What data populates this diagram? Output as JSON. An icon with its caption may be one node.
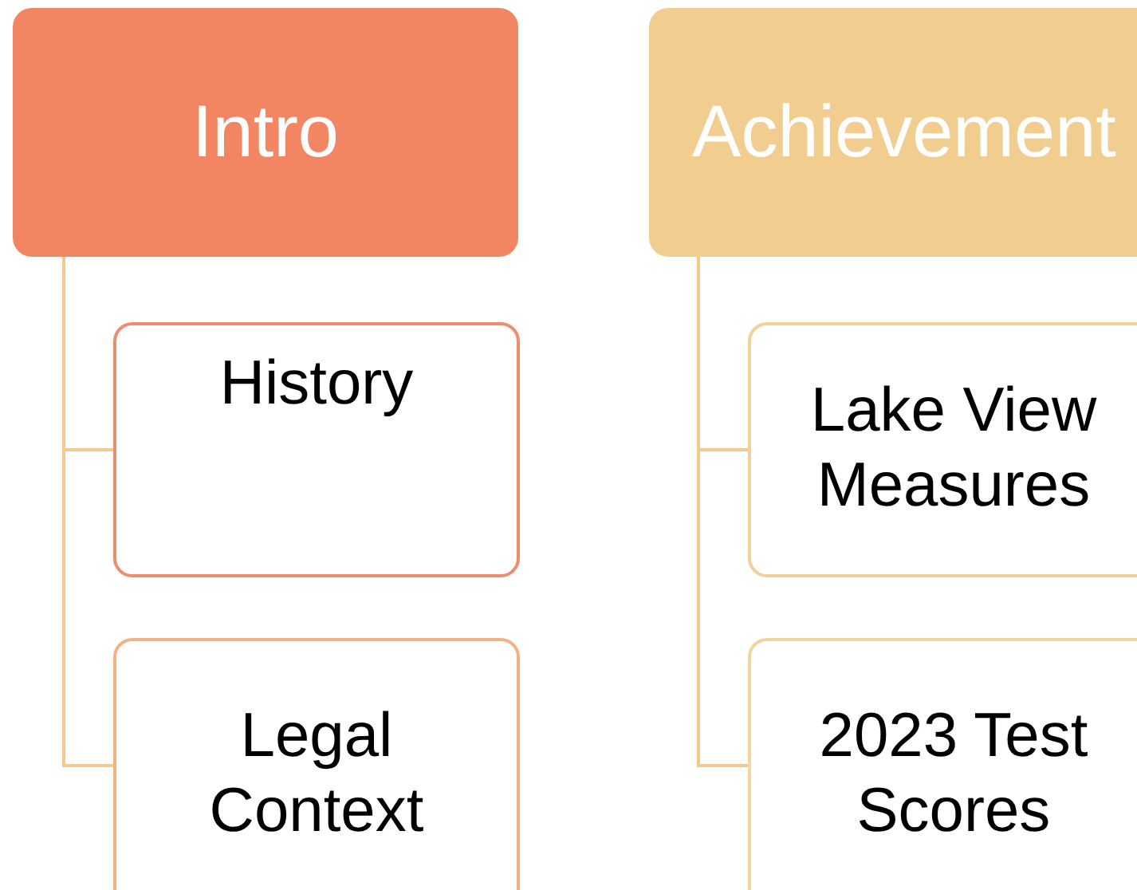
{
  "diagram": {
    "nodes": [
      {
        "text": [
          "Intro"
        ]
      },
      {
        "text": [
          "History"
        ]
      },
      {
        "text": [
          "Legal Context"
        ]
      },
      {
        "text": [
          "Achievement"
        ]
      },
      {
        "text": [
          "Lake View Measures"
        ]
      },
      {
        "text": [
          "2023 Test Scores"
        ]
      }
    ],
    "edges": [
      {
        "from": 0,
        "to": 1,
        "arrow": "none"
      },
      {
        "from": 0,
        "to": 2,
        "arrow": "none"
      },
      {
        "from": 3,
        "to": 4,
        "arrow": "none"
      },
      {
        "from": 3,
        "to": 5,
        "arrow": "none"
      }
    ]
  }
}
